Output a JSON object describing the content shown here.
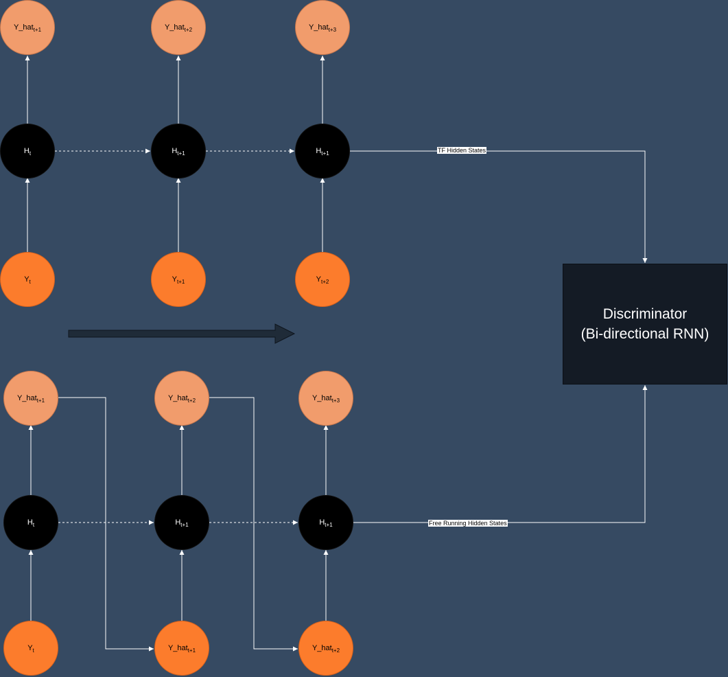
{
  "diagram": {
    "top_row": {
      "outputs": [
        {
          "main": "Y_hat",
          "sub": "t+1"
        },
        {
          "main": "Y_hat",
          "sub": "t+2"
        },
        {
          "main": "Y_hat",
          "sub": "t+3"
        }
      ],
      "hidden": [
        {
          "main": "H",
          "sub": "t"
        },
        {
          "main": "H",
          "sub": "t+1"
        },
        {
          "main": "H",
          "sub": "t+1"
        }
      ],
      "inputs": [
        {
          "main": "Y",
          "sub": "t"
        },
        {
          "main": "Y",
          "sub": "t+1"
        },
        {
          "main": "Y",
          "sub": "t+2"
        }
      ]
    },
    "bottom_row": {
      "outputs": [
        {
          "main": "Y_hat",
          "sub": "t+1"
        },
        {
          "main": "Y_hat",
          "sub": "t+2"
        },
        {
          "main": "Y_hat",
          "sub": "t+3"
        }
      ],
      "hidden": [
        {
          "main": "H",
          "sub": "t"
        },
        {
          "main": "H",
          "sub": "t+1"
        },
        {
          "main": "H",
          "sub": "t+1"
        }
      ],
      "inputs": [
        {
          "main": "Y",
          "sub": "t"
        },
        {
          "main": "Y_hat",
          "sub": "t+1"
        },
        {
          "main": "Y_hat",
          "sub": "t+2"
        }
      ]
    },
    "discriminator": {
      "line1": "Discriminator",
      "line2": "(Bi-directional RNN)"
    },
    "edge_labels": {
      "tf": "TF Hidden States",
      "free": "Free Running Hidden States"
    }
  },
  "colors": {
    "background": "#364a62",
    "output_node": "#f19c6c",
    "input_node": "#fc7c2c",
    "hidden_node": "#000000",
    "discriminator": "#141b25",
    "wire": "#ffffff"
  }
}
